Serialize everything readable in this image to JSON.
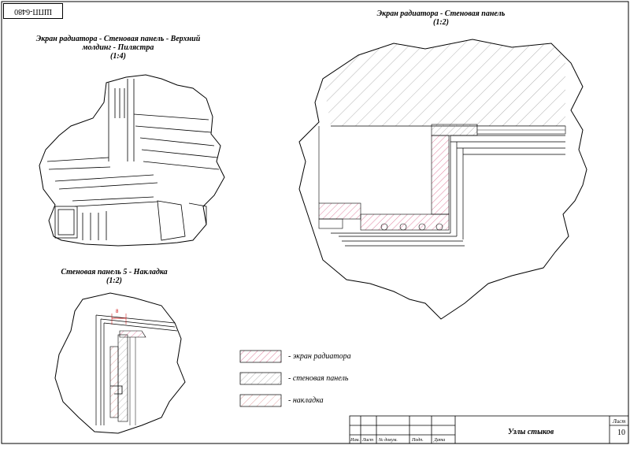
{
  "drawing_code": "ШПП-6480",
  "views": [
    {
      "title_lines": [
        "Экран радиатора - Стеновая панель - Верхний",
        "молдинг - Пилястра",
        "(1:4)"
      ]
    },
    {
      "title_lines": [
        "Экран радиатора - Стеновая панель",
        "(1:2)"
      ]
    },
    {
      "title_lines": [
        "Стеновая панель 5 - Накладка",
        "(1:2)"
      ]
    }
  ],
  "dimension_label": "8",
  "legend": [
    {
      "label": "- экран радиатора",
      "color": "#cc3366"
    },
    {
      "label": "- стеновая панель",
      "color": "#777777"
    },
    {
      "label": "- накладка",
      "color": "#cc6666"
    }
  ],
  "title_block": {
    "columns": [
      "Изм.",
      "Лист",
      "№ докум.",
      "Подп.",
      "Дата"
    ],
    "name": "Узлы стыков",
    "sheet_label": "Лист",
    "sheet_number": "10"
  }
}
